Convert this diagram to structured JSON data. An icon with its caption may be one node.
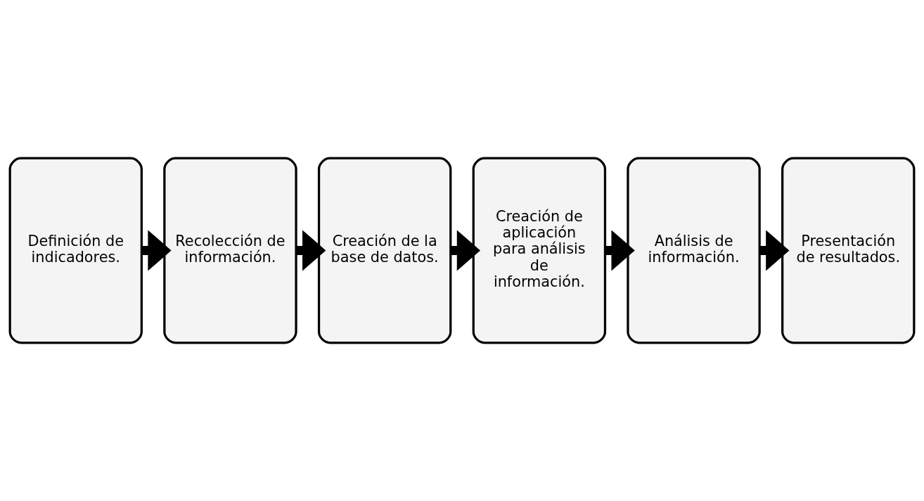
{
  "diagram": {
    "nodes": [
      {
        "text": [
          "Definición de indicadores."
        ]
      },
      {
        "text": [
          "Recolección de información."
        ]
      },
      {
        "text": [
          "Creación de la base de datos."
        ]
      },
      {
        "text": [
          "Creación de aplicación para análisis de información."
        ]
      },
      {
        "text": [
          "Análisis de información."
        ]
      },
      {
        "text": [
          "Presentación de resultados."
        ]
      }
    ],
    "edges": [
      {
        "from": 0,
        "to": 1,
        "arrow": "to"
      },
      {
        "from": 1,
        "to": 2,
        "arrow": "to"
      },
      {
        "from": 2,
        "to": 3,
        "arrow": "to"
      },
      {
        "from": 3,
        "to": 4,
        "arrow": "to"
      },
      {
        "from": 4,
        "to": 5,
        "arrow": "to"
      }
    ]
  }
}
